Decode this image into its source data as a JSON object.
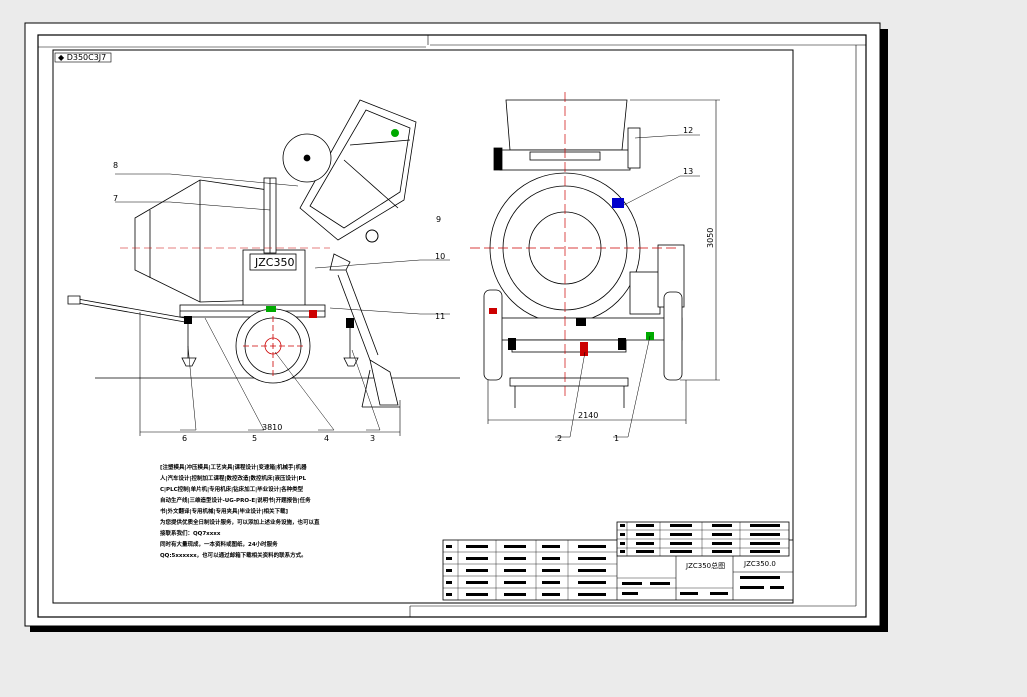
{
  "drawing": {
    "model_badge": "JZC350",
    "corner_tag": "◆ D350C3J7",
    "dim_side_length": "3810",
    "dim_front_width": "2140",
    "dim_height": "3050"
  },
  "callouts": {
    "c1": "1",
    "c2": "2",
    "c3": "3",
    "c4": "4",
    "c5": "5",
    "c6": "6",
    "c7": "7",
    "c8": "8",
    "c9": "9",
    "c10": "10",
    "c11": "11",
    "c12": "12",
    "c13": "13"
  },
  "title_block": {
    "drawing_name": "JZC350总图",
    "drawing_number": "JZC350.0"
  },
  "notes": [
    "[注塑模具|冲压模具|工艺夹具|课程设计|变速箱|机械手|机器",
    "人|汽车设计|控制加工课程|数控改造|数控机床|液压设计|PL",
    "C|PLC控制|单片机|专用机床|钻床加工|毕业设计|各种类型",
    "自动生产线|三维造型设计-UG-PRO-E|说明书|开题报告|任务",
    "书|外文翻译|专用机械|专用夹具|毕业设计|相关下载]",
    "为您提供优质全日制设计服务，可以添加上述业务设施，也可以直",
    "接联系我们：QQ7xxxx",
    "同时有大量现成，一本资料或图纸，24小时服务",
    "QQ:5xxxxxx，也可以通过邮箱下载相关资料的联系方式。"
  ]
}
